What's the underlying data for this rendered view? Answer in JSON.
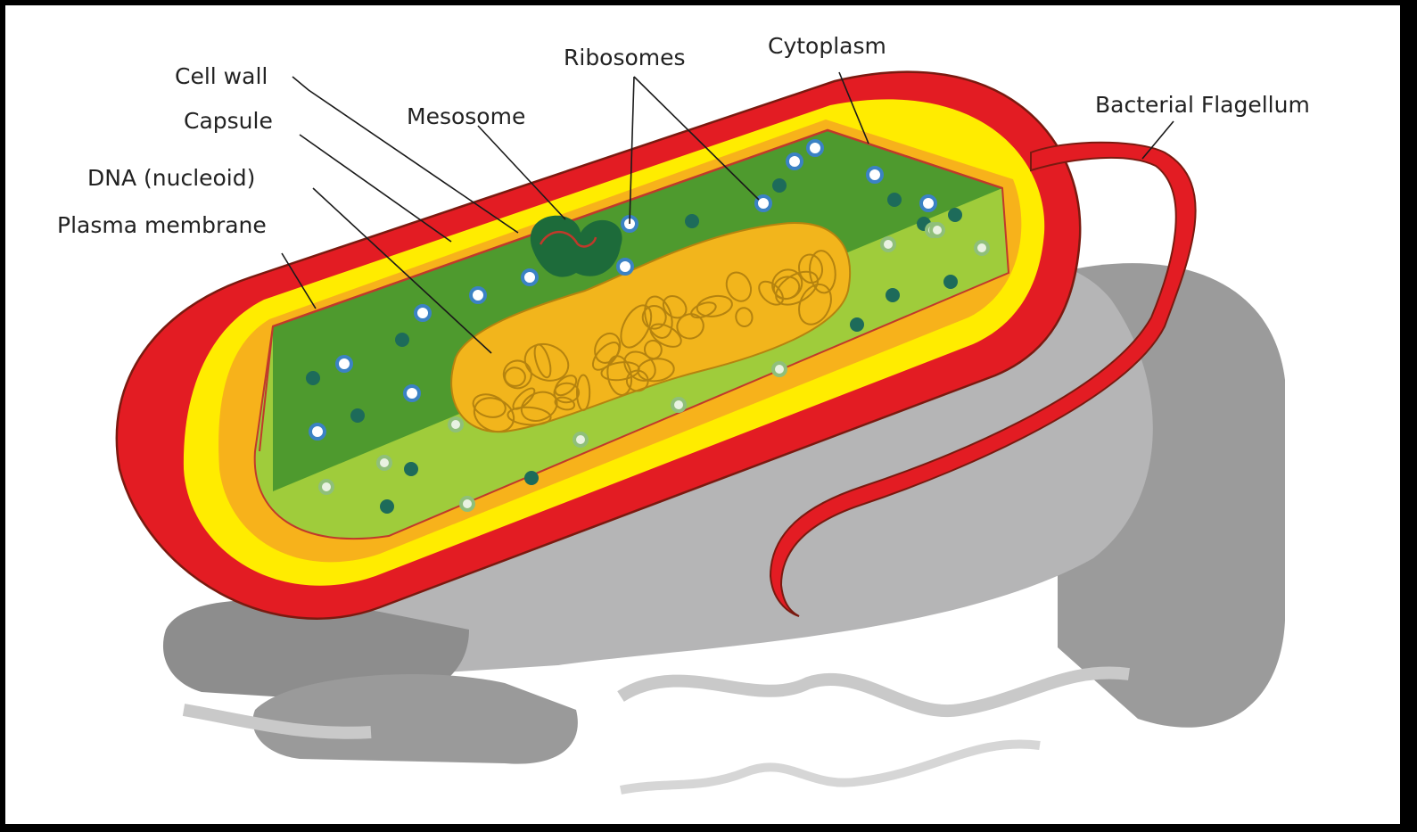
{
  "labels": {
    "cell_wall": "Cell wall",
    "capsule": "Capsule",
    "dna": "DNA (nucleoid)",
    "plasma_membrane": "Plasma membrane",
    "mesosome": "Mesosome",
    "ribosomes": "Ribosomes",
    "cytoplasm": "Cytoplasm",
    "flagellum": "Bacterial Flagellum"
  },
  "colors": {
    "capsule_outer": "#e31c23",
    "cell_wall_band": "#ffec00",
    "plasma_membrane_band": "#f7b21b",
    "cytoplasm_dark": "#4e9a2e",
    "cytoplasm_light": "#9fcc3b",
    "nucleoid": "#f2b51c",
    "mesosome": "#1d6b3a",
    "ribosome": "#3b82c4",
    "shadow": "#a6a6a6",
    "frame": "#000000"
  }
}
